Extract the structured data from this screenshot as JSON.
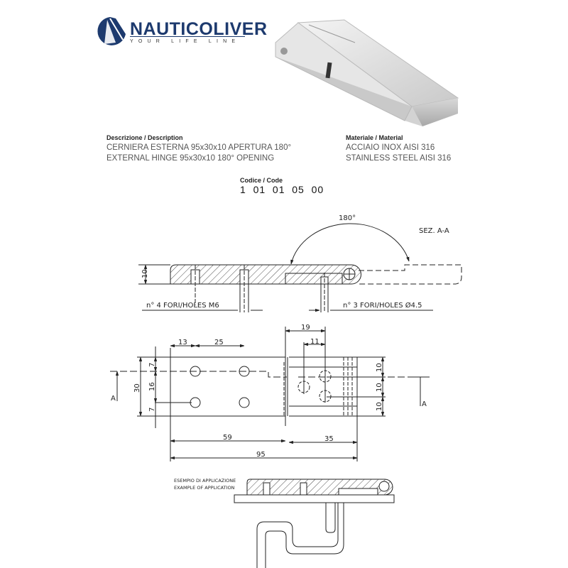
{
  "brand": {
    "name": "NAUTICOLIVER",
    "tagline": "YOUR LIFE LINE",
    "logo_icon": "sail-logo-icon"
  },
  "description": {
    "label": "Descrizione / Description",
    "lines": [
      "CERNIERA ESTERNA 95x30x10 APERTURA 180°",
      "EXTERNAL HINGE 95x30x10  180° OPENING"
    ]
  },
  "material": {
    "label": "Materiale / Material",
    "lines": [
      "ACCIAIO INOX AISI 316",
      "STAINLESS STEEL AISI 316"
    ]
  },
  "code": {
    "label": "Codice / Code",
    "value": "1  01  01  05  00"
  },
  "section": {
    "angle": "180°",
    "title": "SEZ. A-A",
    "thickness": "10",
    "holes_m6": "n° 4 FORI/HOLES M6",
    "holes_45": "n° 3 FORI/HOLES Ø4.5"
  },
  "plan": {
    "dims": {
      "d13": "13",
      "d25": "25",
      "d19": "19",
      "d11": "11",
      "d30": "30",
      "d7a": "7",
      "d16": "16",
      "d7b": "7",
      "d59": "59",
      "d35": "35",
      "d95": "95",
      "r10a": "10",
      "r10b": "10",
      "r10c": "10"
    },
    "section_mark": "A"
  },
  "application": {
    "lines": [
      "ESEMPIO DI APPLICAZIONE",
      "EXAMPLE OF APPLICATION"
    ]
  },
  "colors": {
    "brand": "#1d3a6e",
    "line": "#222222"
  }
}
